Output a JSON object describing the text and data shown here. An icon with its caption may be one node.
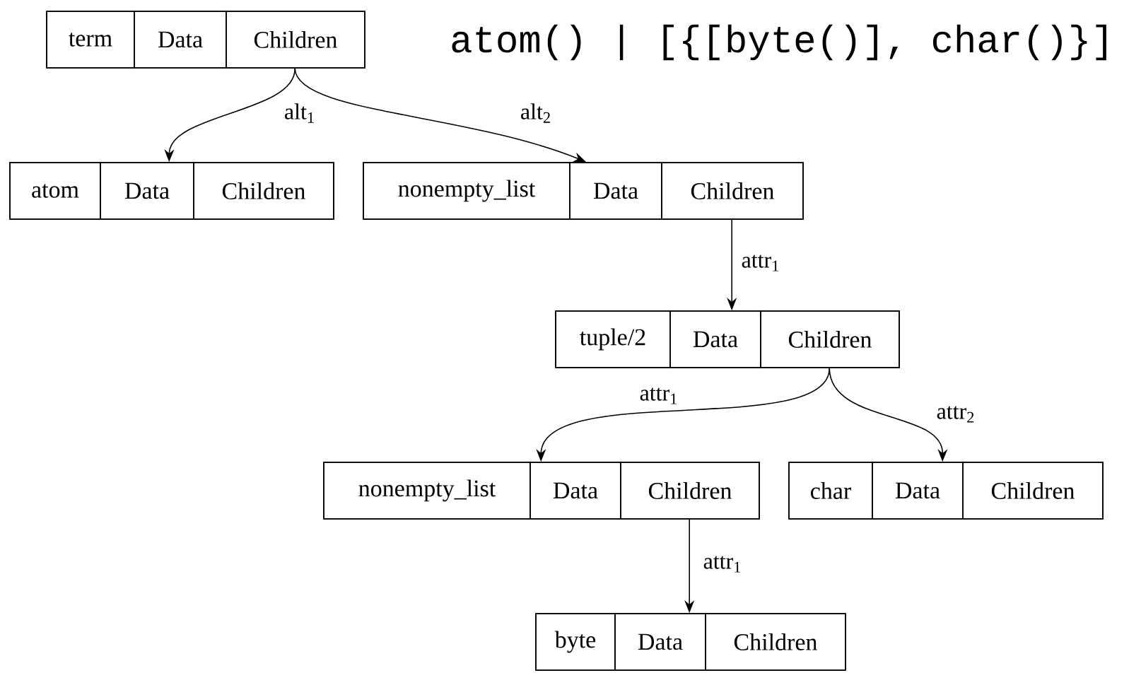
{
  "diagram": {
    "title": "atom() | [{[byte()], char()}]",
    "nodes": [
      {
        "text": [
          "term",
          "Data",
          "Children"
        ]
      },
      {
        "text": [
          "atom",
          "Data",
          "Children"
        ]
      },
      {
        "text": [
          "nonempty_list",
          "Data",
          "Children"
        ]
      },
      {
        "text": [
          "tuple/2",
          "Data",
          "Children"
        ]
      },
      {
        "text": [
          "nonempty_list",
          "Data",
          "Children"
        ]
      },
      {
        "text": [
          "char",
          "Data",
          "Children"
        ]
      },
      {
        "text": [
          "byte",
          "Data",
          "Children"
        ]
      }
    ],
    "edges": [
      {
        "from": 0,
        "to": 1,
        "arrow": "to",
        "label": "alt$_{1}$"
      },
      {
        "from": 0,
        "to": 2,
        "arrow": "to",
        "label": "alt$_{2}$"
      },
      {
        "from": 2,
        "to": 3,
        "arrow": "to",
        "label": "attr$_{1}$"
      },
      {
        "from": 3,
        "to": 4,
        "arrow": "to",
        "label": "attr$_{1}$"
      },
      {
        "from": 3,
        "to": 5,
        "arrow": "to",
        "label": "attr$_{2}$"
      },
      {
        "from": 4,
        "to": 6,
        "arrow": "to",
        "label": "attr$_{1}$"
      }
    ]
  }
}
